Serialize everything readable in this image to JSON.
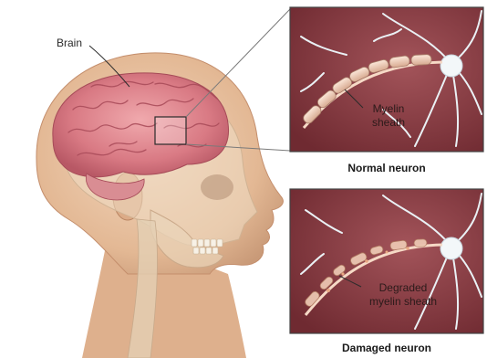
{
  "labels": {
    "brain": "Brain",
    "normal_panel": {
      "line1": "Myelin",
      "line2": "sheath"
    },
    "normal_caption": "Normal neuron",
    "damaged_panel": {
      "line1": "Degraded",
      "line2": "myelin sheath"
    },
    "damaged_caption": "Damaged neuron"
  },
  "colors": {
    "skin": "#e7c3a3",
    "brain": "#d9808a",
    "panel_bg": "#8a3a40",
    "myelin": "#f0d2bf",
    "neuron_white": "#eef3f6"
  }
}
